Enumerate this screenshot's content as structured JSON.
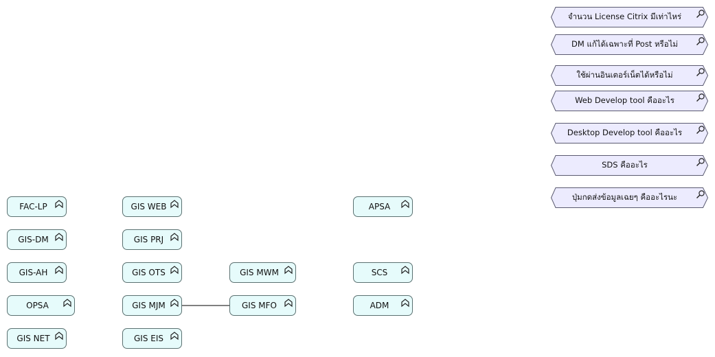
{
  "colors": {
    "element_fill": "#e6fbfb",
    "element_border": "#5a7070",
    "question_fill": "#ecebfe",
    "question_border": "#5a5a70"
  },
  "elements": {
    "fac_lp": "FAC-LP",
    "gis_dm": "GIS-DM",
    "gis_ah": "GIS-AH",
    "opsa": "OPSA",
    "gis_net": "GIS NET",
    "gis_web": "GIS WEB",
    "gis_prj": "GIS PRJ",
    "gis_ots": "GIS OTS",
    "gis_mjm": "GIS MJM",
    "gis_eis": "GIS EIS",
    "gis_mwm": "GIS MWM",
    "gis_mfo": "GIS MFO",
    "apsa": "APSA",
    "scs": "SCS",
    "adm": "ADM"
  },
  "connections": [
    {
      "from": "gis_mjm",
      "to": "gis_mfo"
    }
  ],
  "questions": [
    "จำนวน License Citrix มีเท่าไหร่",
    "DM แก้ได้เฉพาะที่ Post หรือไม่",
    "ใช้ผ่านอินเตอร์เน็ตได้หรือไม่",
    "Web Develop tool คืออะไร",
    "Desktop Develop tool คืออะไร",
    "SDS คืออะไร",
    "ปุ่มกดส่งข้อมูลเฉยๆ คืออะไรนะ"
  ],
  "icons": {
    "element": "chevron-up-cap-icon",
    "question": "magnifier-icon"
  }
}
